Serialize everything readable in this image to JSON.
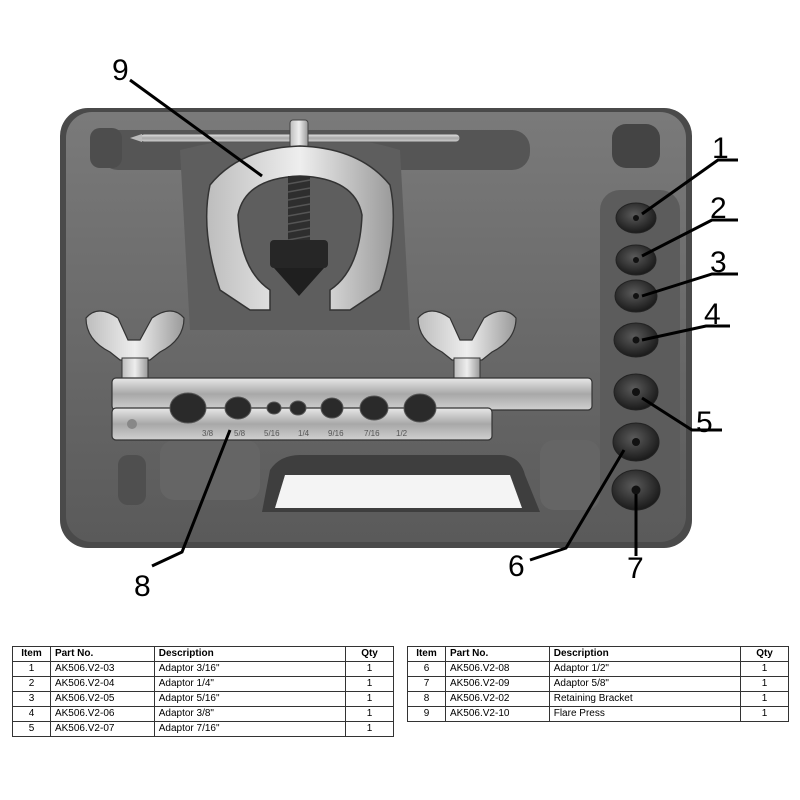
{
  "callouts": [
    "1",
    "2",
    "3",
    "4",
    "5",
    "6",
    "7",
    "8",
    "9"
  ],
  "bar_labels": [
    "3/8",
    "5/8",
    "5/16",
    "1/4",
    "9/16",
    "7/16",
    "1/2"
  ],
  "columns": {
    "item": "Item",
    "part": "Part No.",
    "desc": "Description",
    "qty": "Qty"
  },
  "table_left": [
    {
      "item": "1",
      "part": "AK506.V2-03",
      "desc": "Adaptor 3/16\"",
      "qty": "1"
    },
    {
      "item": "2",
      "part": "AK506.V2-04",
      "desc": "Adaptor 1/4\"",
      "qty": "1"
    },
    {
      "item": "3",
      "part": "AK506.V2-05",
      "desc": "Adaptor 5/16\"",
      "qty": "1"
    },
    {
      "item": "4",
      "part": "AK506.V2-06",
      "desc": "Adaptor 3/8\"",
      "qty": "1"
    },
    {
      "item": "5",
      "part": "AK506.V2-07",
      "desc": "Adaptor 7/16\"",
      "qty": "1"
    }
  ],
  "table_right": [
    {
      "item": "6",
      "part": "AK506.V2-08",
      "desc": "Adaptor 1/2\"",
      "qty": "1"
    },
    {
      "item": "7",
      "part": "AK506.V2-09",
      "desc": "Adaptor 5/8\"",
      "qty": "1"
    },
    {
      "item": "8",
      "part": "AK506.V2-02",
      "desc": "Retaining Bracket",
      "qty": "1"
    },
    {
      "item": "9",
      "part": "AK506.V2-10",
      "desc": "Flare Press",
      "qty": "1"
    }
  ]
}
